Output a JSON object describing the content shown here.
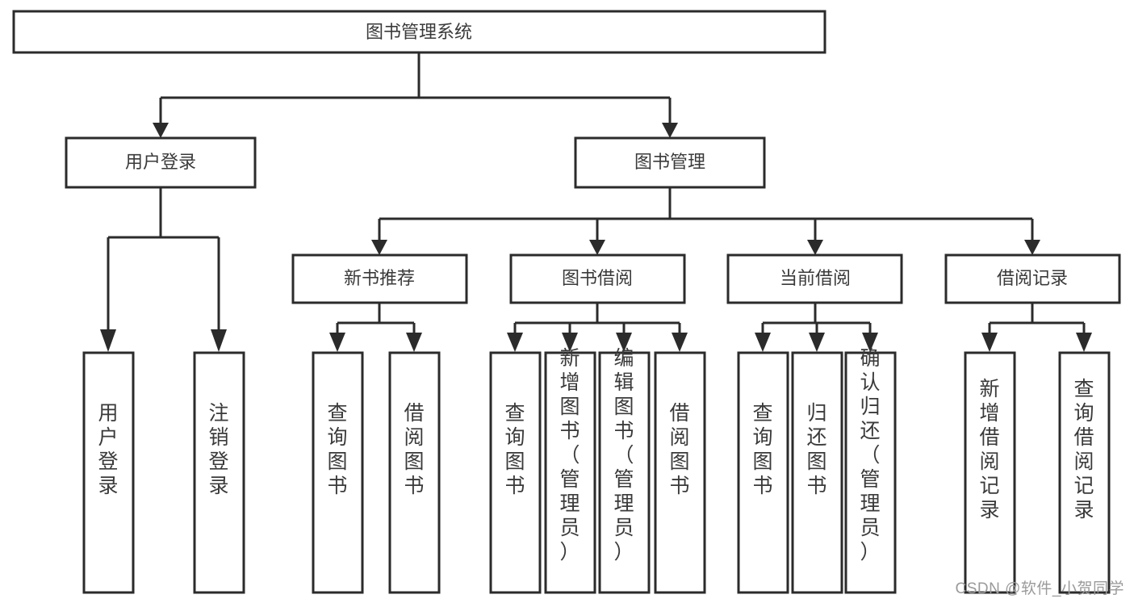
{
  "diagram": {
    "title": "图书管理系统",
    "type": "tree-hierarchy",
    "watermark": "CSDN @软件_小贺同学",
    "colors": {
      "box_stroke": "#2b2b2b",
      "box_fill": "#ffffff",
      "text": "#3a3a3a",
      "connector": "#2b2b2b",
      "background": "#ffffff",
      "watermark": "#9a9a9a"
    },
    "root": {
      "label": "图书管理系统"
    },
    "level2": [
      {
        "label": "用户登录"
      },
      {
        "label": "图书管理"
      }
    ],
    "level3": [
      {
        "label": "新书推荐"
      },
      {
        "label": "图书借阅"
      },
      {
        "label": "当前借阅"
      },
      {
        "label": "借阅记录"
      }
    ],
    "leaves": {
      "user_login": [
        {
          "label": "用户登录"
        },
        {
          "label": "注销登录"
        }
      ],
      "new_book_recommend": [
        {
          "label": "查询图书"
        },
        {
          "label": "借阅图书"
        }
      ],
      "book_borrow": [
        {
          "label": "查询图书"
        },
        {
          "label": "新增图书（管理员）"
        },
        {
          "label": "编辑图书（管理员）"
        },
        {
          "label": "借阅图书"
        }
      ],
      "current_borrow": [
        {
          "label": "查询图书"
        },
        {
          "label": "归还图书"
        },
        {
          "label": "确认归还（管理员）"
        }
      ],
      "borrow_record": [
        {
          "label": "新增借阅记录"
        },
        {
          "label": "查询借阅记录"
        }
      ]
    }
  }
}
